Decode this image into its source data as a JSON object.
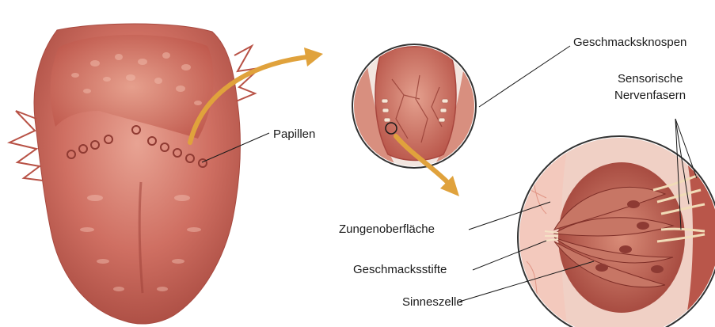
{
  "labels": {
    "papillae": "Papillen",
    "taste_buds": "Geschmacksknospen",
    "sensory_nerve_fibers_line1": "Sensorische",
    "sensory_nerve_fibers_line2": "Nervenfasern",
    "tongue_surface": "Zungenoberfläche",
    "taste_pins": "Geschmacksstifte",
    "sensory_cell": "Sinneszelle"
  },
  "colors": {
    "tongue": "#c8645a",
    "tongue_dark": "#a8463e",
    "tongue_light": "#e39a8c",
    "arrow": "#e0a23c",
    "leader_line": "#1a1a1a",
    "circle_outline": "#333333"
  }
}
